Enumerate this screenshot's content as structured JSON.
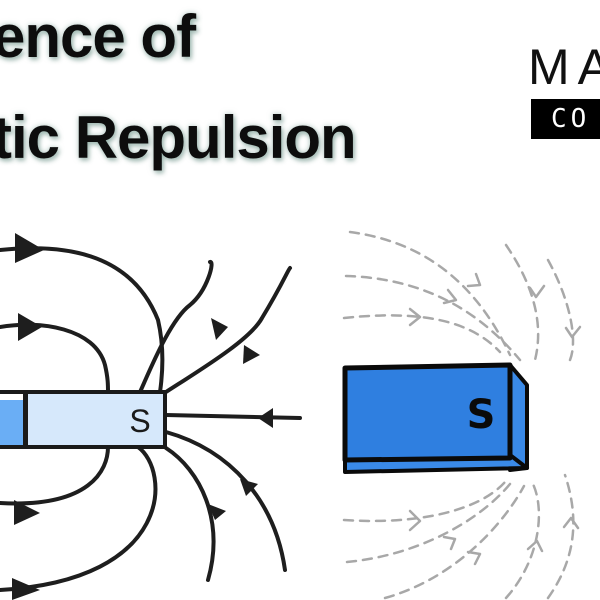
{
  "title": {
    "line1": "ence of",
    "line2": "tic Repulsion"
  },
  "logo": {
    "top": "MA",
    "sub": "CO"
  },
  "left_magnet": {
    "pole_label": "S",
    "colors": {
      "body": "#d6e8fb",
      "dark_section": "#6aaef5",
      "outline": "#1a1a1a"
    }
  },
  "right_magnet": {
    "pole_label": "S",
    "colors": {
      "body": "#2f7fe0",
      "outline": "#0a0a0a"
    }
  },
  "field_lines": {
    "solid_color": "#1e1e1e",
    "dashed_color": "#a8a8a8"
  }
}
